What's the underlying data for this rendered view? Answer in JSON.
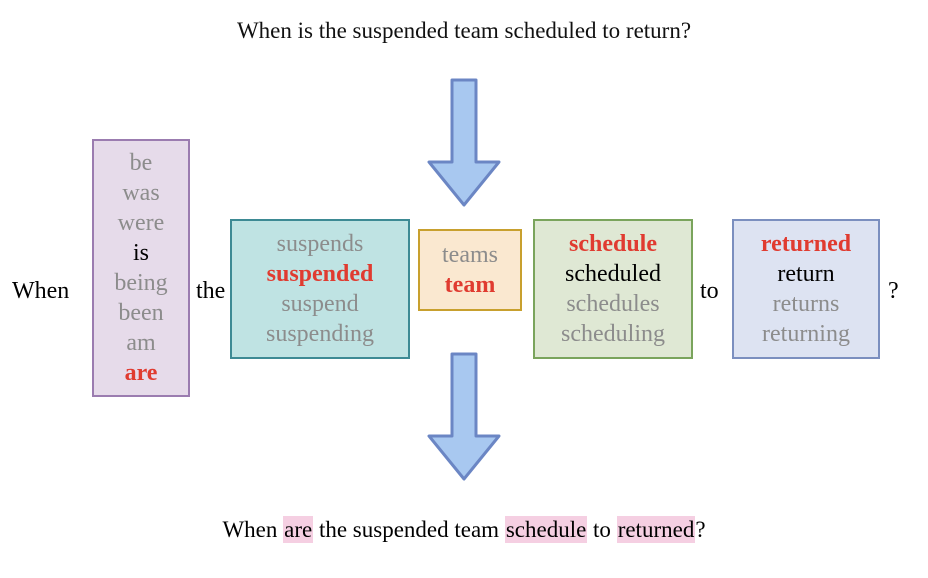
{
  "title": {
    "text": "When is the suspended team scheduled to return?"
  },
  "colors": {
    "selected_red": "#e03b30",
    "unselected_gray": "#8c8c8c",
    "selected_black": "#000000",
    "highlight_pink": "#f5cfe2",
    "arrow_fill": "#a8c8f0",
    "arrow_border": "#6b86c4",
    "box_purple_border": "#9b7cb0",
    "box_purple_fill": "#e6dbea",
    "box_teal_border": "#3d8a94",
    "box_teal_fill": "#bfe3e3",
    "box_orange_border": "#c8a02e",
    "box_orange_fill": "#fae8d0",
    "box_green_border": "#7aa45c",
    "box_green_fill": "#dfe8d4",
    "box_blue_border": "#7b8fbf",
    "box_blue_fill": "#dde3f2"
  },
  "lattice": {
    "inline_words": [
      {
        "text": "When"
      },
      {
        "text": "the"
      },
      {
        "text": "to"
      },
      {
        "text": "?"
      }
    ],
    "slots": [
      {
        "id": "slot-be",
        "color": "purple",
        "options": [
          {
            "text": "be",
            "state": "unselected"
          },
          {
            "text": "was",
            "state": "unselected"
          },
          {
            "text": "were",
            "state": "unselected"
          },
          {
            "text": "is",
            "state": "original"
          },
          {
            "text": "being",
            "state": "unselected"
          },
          {
            "text": "been",
            "state": "unselected"
          },
          {
            "text": "am",
            "state": "unselected"
          },
          {
            "text": "are",
            "state": "chosen"
          }
        ]
      },
      {
        "id": "slot-suspend",
        "color": "teal",
        "options": [
          {
            "text": "suspends",
            "state": "unselected"
          },
          {
            "text": "suspended",
            "state": "chosen"
          },
          {
            "text": "suspend",
            "state": "unselected"
          },
          {
            "text": "suspending",
            "state": "unselected"
          }
        ]
      },
      {
        "id": "slot-team",
        "color": "orange",
        "options": [
          {
            "text": "teams",
            "state": "unselected"
          },
          {
            "text": "team",
            "state": "chosen"
          }
        ]
      },
      {
        "id": "slot-schedule",
        "color": "green",
        "options": [
          {
            "text": "schedule",
            "state": "chosen"
          },
          {
            "text": "scheduled",
            "state": "original"
          },
          {
            "text": "schedules",
            "state": "unselected"
          },
          {
            "text": "scheduling",
            "state": "unselected"
          }
        ]
      },
      {
        "id": "slot-return",
        "color": "blue",
        "options": [
          {
            "text": "returned",
            "state": "chosen"
          },
          {
            "text": "return",
            "state": "original"
          },
          {
            "text": "returns",
            "state": "unselected"
          },
          {
            "text": "returning",
            "state": "unselected"
          }
        ]
      }
    ]
  },
  "output": {
    "segments": [
      {
        "text": "When ",
        "highlight": false
      },
      {
        "text": "are",
        "highlight": true
      },
      {
        "text": " the suspended team ",
        "highlight": false
      },
      {
        "text": "schedule",
        "highlight": true
      },
      {
        "text": " to ",
        "highlight": false
      },
      {
        "text": "returned",
        "highlight": true
      },
      {
        "text": "?",
        "highlight": false
      }
    ],
    "plain_text": "When are the suspended team schedule to returned?"
  },
  "arrows": [
    {
      "id": "arrow-top",
      "direction": "down"
    },
    {
      "id": "arrow-bottom",
      "direction": "down"
    }
  ]
}
